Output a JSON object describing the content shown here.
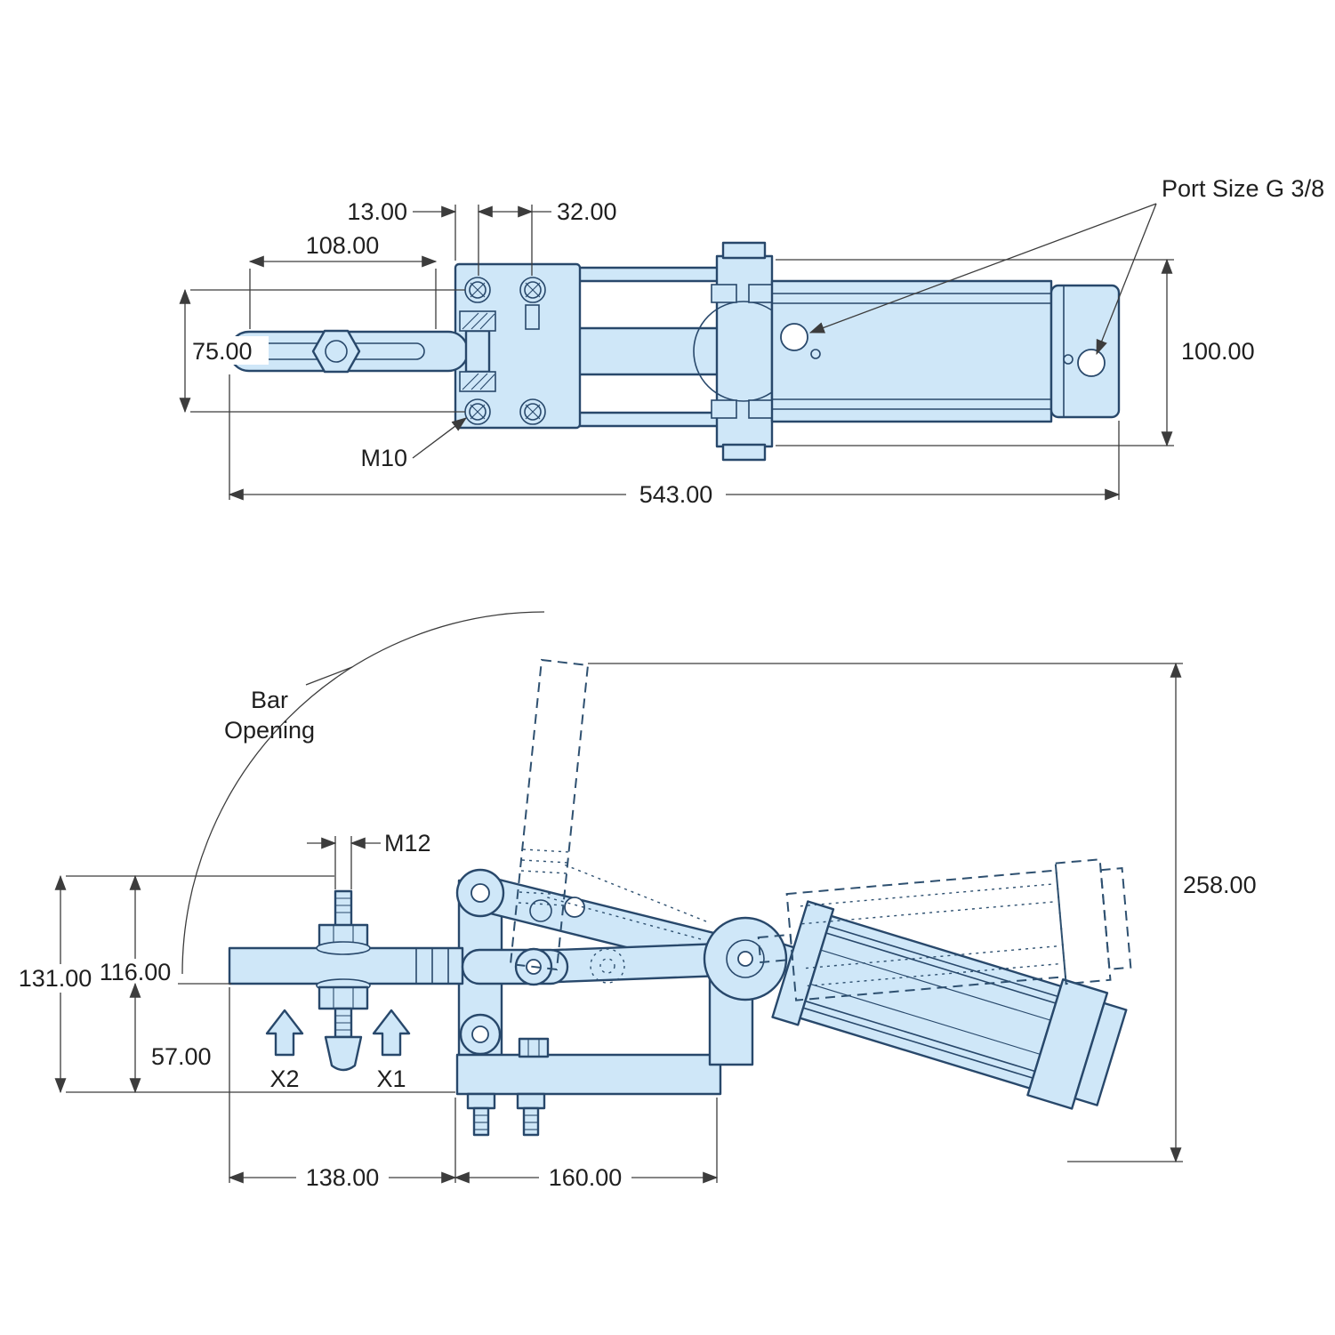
{
  "colors": {
    "background": "#ffffff",
    "part_fill": "#cfe7f8",
    "part_outline": "#28486b",
    "dimension_line": "#3c3c3c",
    "text": "#1f1f1f"
  },
  "labels": {
    "top_view": {
      "d13": "13.00",
      "d32": "32.00",
      "d108": "108.00",
      "d75": "75.00",
      "m10": "M10",
      "d543": "543.00",
      "d100": "100.00",
      "port_size": "Port Size G 3/8"
    },
    "side_view": {
      "bar_opening_line1": "Bar",
      "bar_opening_line2": "Opening",
      "m12": "M12",
      "d258": "258.00",
      "d131": "131.00",
      "d116": "116.00",
      "d57": "57.00",
      "x2": "X2",
      "x1": "X1",
      "d138": "138.00",
      "d160": "160.00"
    }
  }
}
